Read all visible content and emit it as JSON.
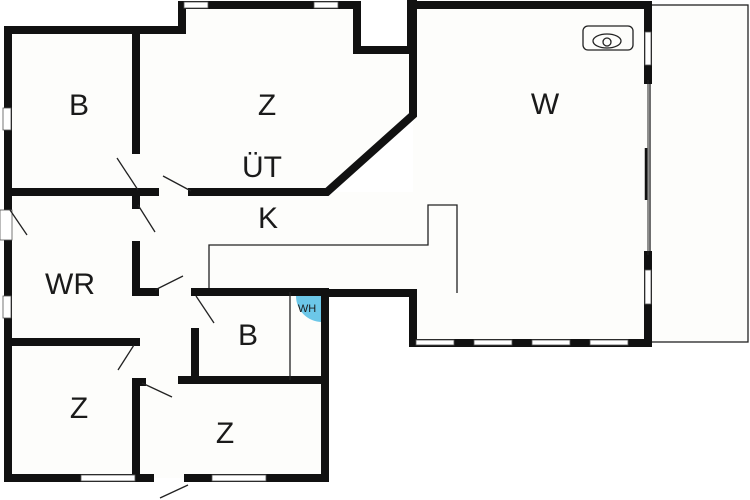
{
  "title": "Floor plan",
  "rooms": [
    {
      "id": "bedroom-1",
      "label": "B"
    },
    {
      "id": "room-1",
      "label": "Z"
    },
    {
      "id": "utility",
      "label": "ÜT"
    },
    {
      "id": "kitchen",
      "label": "K"
    },
    {
      "id": "living",
      "label": "W"
    },
    {
      "id": "washroom",
      "label": "WR"
    },
    {
      "id": "bath",
      "label": "B"
    },
    {
      "id": "room-2",
      "label": "Z"
    },
    {
      "id": "room-3",
      "label": "Z"
    }
  ],
  "fixtures": {
    "water_heater": "WH"
  },
  "colors": {
    "wall": "#111111",
    "water_heater": "#6cc7e8",
    "floor": "#fdfdfb"
  }
}
